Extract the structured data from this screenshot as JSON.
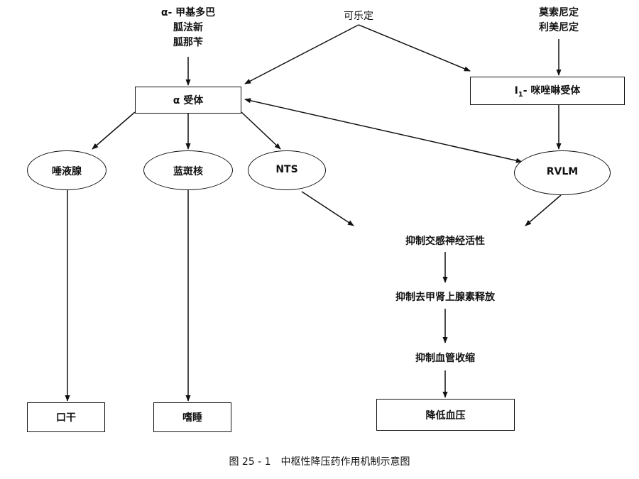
{
  "nodes": {
    "drugs_alpha": [
      "α- 甲基多巴",
      "胍法新",
      "胍那苄"
    ],
    "clonidine": "可乐定",
    "drugs_i1": [
      "莫索尼定",
      "利美尼定"
    ],
    "alpha_receptor": "α 受体",
    "i1_receptor_prefix": "I",
    "i1_receptor_sub": "1",
    "i1_receptor_suffix": "- 咪唑啉受体",
    "salivary": "唾液腺",
    "locus": "蓝斑核",
    "nts": "NTS",
    "rvlm": "RVLM",
    "inhibit_sympathetic": "抑制交感神经活性",
    "inhibit_ne": "抑制去甲肾上腺素释放",
    "inhibit_vaso": "抑制血管收缩",
    "dry_mouth": "口干",
    "somnolence": "嗜睡",
    "lower_bp": "降低血压"
  },
  "caption": "图 25 - 1　中枢性降压药作用机制示意图"
}
